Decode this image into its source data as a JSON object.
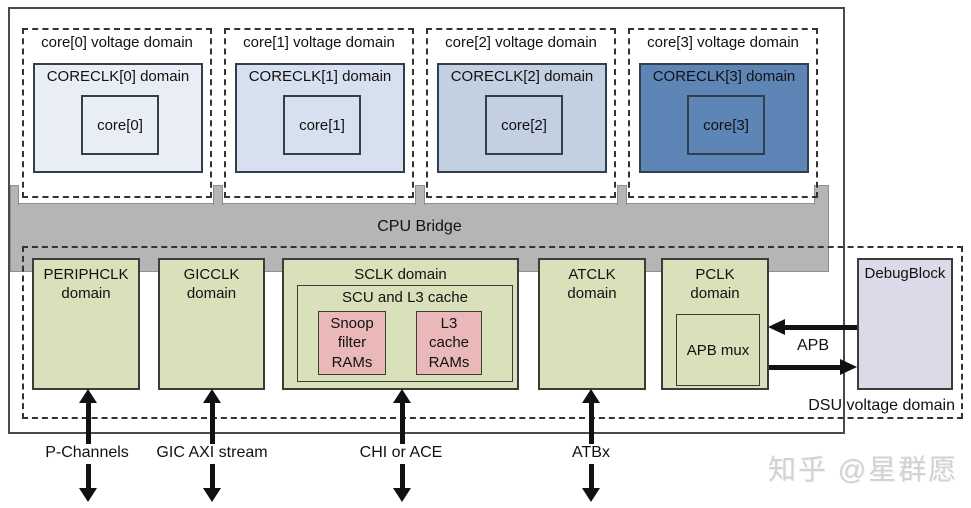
{
  "diagram": {
    "core_domains": [
      {
        "voltage_label": "core[0] voltage domain",
        "clk_label": "CORECLK[0] domain",
        "core_label": "core[0]",
        "fill": "#e9eef5"
      },
      {
        "voltage_label": "core[1] voltage domain",
        "clk_label": "CORECLK[1] domain",
        "core_label": "core[1]",
        "fill": "#d6e0ee"
      },
      {
        "voltage_label": "core[2] voltage domain",
        "clk_label": "CORECLK[2] domain",
        "core_label": "core[2]",
        "fill": "#c3d0e2"
      },
      {
        "voltage_label": "core[3] voltage domain",
        "clk_label": "CORECLK[3] domain",
        "core_label": "core[3]",
        "fill": "#5d85b6"
      }
    ],
    "cpu_bridge": {
      "label": "CPU Bridge",
      "fill": "#b5b5b5"
    },
    "clock_domains": {
      "periphclk": {
        "label": "PERIPHCLK domain"
      },
      "gicclk": {
        "label": "GICCLK domain"
      },
      "sclk": {
        "label": "SCLK domain",
        "scu_l3": {
          "label": "SCU and L3 cache",
          "snoop_rams": "Snoop filter RAMs",
          "l3_rams": "L3 cache RAMs"
        }
      },
      "atclk": {
        "label": "ATCLK domain"
      },
      "pclk": {
        "label": "PCLK domain",
        "apb_mux": "APB mux"
      }
    },
    "debug_block": {
      "label": "DebugBlock",
      "fill": "#ded9e8"
    },
    "apb_bus_label": "APB",
    "dsu_voltage_domain_label": "DSU voltage domain",
    "channels": [
      {
        "label": "P-Channels"
      },
      {
        "label": "GIC AXI stream"
      },
      {
        "label": "CHI or ACE"
      },
      {
        "label": "ATBx"
      }
    ],
    "colors": {
      "clock_domain_fill": "#d9e1ba",
      "ram_fill": "#eab8b8",
      "dashed_border": "#333333",
      "arrow": "#111111"
    }
  },
  "watermark": "知乎 @星群愿"
}
